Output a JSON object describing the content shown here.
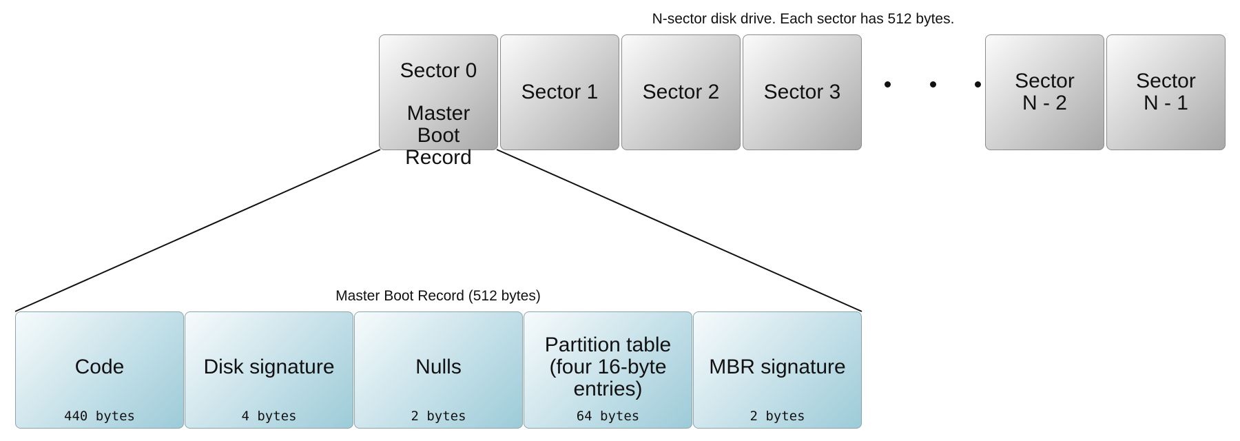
{
  "drive": {
    "caption": "N-sector disk drive. Each sector has 512 bytes.",
    "sectors": [
      {
        "label": "Sector 0",
        "sub": "Master\nBoot\nRecord"
      },
      {
        "label": "Sector 1"
      },
      {
        "label": "Sector 2"
      },
      {
        "label": "Sector 3"
      },
      {
        "label": "Sector\nN - 2"
      },
      {
        "label": "Sector\nN - 1"
      }
    ]
  },
  "mbr": {
    "caption": "Master Boot Record (512 bytes)",
    "fields": [
      {
        "name": "Code",
        "size": "440 bytes"
      },
      {
        "name": "Disk signature",
        "size": "4 bytes"
      },
      {
        "name": "Nulls",
        "size": "2 bytes"
      },
      {
        "name": "Partition table\n(four 16-byte\nentries)",
        "size": "64 bytes"
      },
      {
        "name": "MBR signature",
        "size": "2 bytes"
      }
    ]
  },
  "colors": {
    "sector_fill": "#bdbdbd",
    "field_fill": "#a8d2de",
    "line": "#111111"
  }
}
